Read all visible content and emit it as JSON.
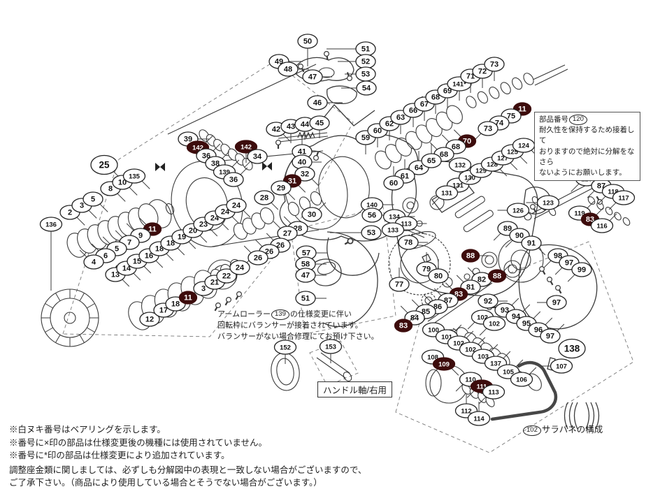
{
  "colors": {
    "bearing_fill": "#3d0c0c",
    "line": "#333333",
    "accent_text": "#1c1c1c"
  },
  "note_box": {
    "label": "部品番号",
    "part": "120",
    "line2": "耐久性を保持するため接着して",
    "line3": "おりますので絶対に分解をなさら",
    "line4": "ないようにお願いします。"
  },
  "arm_note": {
    "pre": "アームローラー",
    "part": "139",
    "post": "の仕様変更に伴い",
    "line2": "回転枠にバランサーが接着されています。",
    "line3": "バランサーがない場合修理にてお預け下さい。"
  },
  "handle_axis_label": "ハンドル軸/右用",
  "spring_note": {
    "part": "102",
    "text": "サラバネの構成"
  },
  "footer": {
    "notes": [
      "※白ヌキ番号はベアリングを示します。",
      "※番号に×印の部品は仕様変更後の機種には使用されていません。",
      "※番号に*印の部品は仕様変更により追加されています。"
    ],
    "caution": [
      "調整座金類に関しましては、必ずしも分解図中の表現と一致しない場合がございますので、",
      "ご了承下さい。（商品により使用している場合とそうでない場合がございます。）"
    ]
  },
  "callout_format": [
    "number",
    "x",
    "y",
    "leader_dir",
    "leader_len",
    "style(dark|big|)"
  ],
  "callouts": [
    [
      "50",
      440,
      59,
      "s",
      26,
      ""
    ],
    [
      "51",
      523,
      70,
      "w",
      42,
      ""
    ],
    [
      "52",
      523,
      88,
      "w",
      26,
      ""
    ],
    [
      "53",
      523,
      106,
      "w",
      16,
      ""
    ],
    [
      "54",
      524,
      126,
      "w",
      22,
      ""
    ],
    [
      "49",
      399,
      88,
      "e",
      20,
      ""
    ],
    [
      "48",
      412,
      99,
      "e",
      16,
      ""
    ],
    [
      "47",
      447,
      110,
      "e",
      14,
      ""
    ],
    [
      "46",
      454,
      147,
      "e",
      22,
      ""
    ],
    [
      "42",
      395,
      185,
      "se",
      14,
      ""
    ],
    [
      "43",
      416,
      181,
      "s",
      14,
      ""
    ],
    [
      "44",
      436,
      178,
      "s",
      12,
      ""
    ],
    [
      "45",
      457,
      176,
      "s",
      12,
      ""
    ],
    [
      "41",
      432,
      217,
      "n",
      14,
      ""
    ],
    [
      "40",
      432,
      232,
      "e",
      14,
      ""
    ],
    [
      "39",
      269,
      199,
      "e",
      16,
      ""
    ],
    [
      "142",
      283,
      211,
      "ne",
      14,
      "dark"
    ],
    [
      "36",
      295,
      223,
      "ne",
      14,
      ""
    ],
    [
      "38",
      308,
      234,
      "ne",
      14,
      ""
    ],
    [
      "139",
      321,
      246,
      "ne",
      14,
      ""
    ],
    [
      "36",
      334,
      257,
      "ne",
      14,
      ""
    ],
    [
      "142",
      352,
      210,
      "s",
      14,
      "dark"
    ],
    [
      "34",
      368,
      224,
      "sw",
      12,
      ""
    ],
    [
      "28",
      378,
      283,
      "se",
      14,
      ""
    ],
    [
      "25",
      149,
      236,
      "se",
      18,
      "big"
    ],
    [
      "136",
      73,
      321,
      "s",
      85,
      ""
    ],
    [
      "2",
      100,
      304,
      "se",
      16,
      ""
    ],
    [
      "3",
      117,
      294,
      "se",
      16,
      ""
    ],
    [
      "5",
      133,
      285,
      "se",
      16,
      ""
    ],
    [
      "8",
      158,
      270,
      "se",
      16,
      ""
    ],
    [
      "10",
      175,
      261,
      "se",
      16,
      ""
    ],
    [
      "135",
      192,
      252,
      "se",
      16,
      ""
    ],
    [
      "11",
      218,
      328,
      "nw",
      14,
      "dark"
    ],
    [
      "9",
      201,
      337,
      "nw",
      14,
      ""
    ],
    [
      "7",
      185,
      347,
      "nw",
      14,
      ""
    ],
    [
      "5",
      167,
      356,
      "nw",
      14,
      ""
    ],
    [
      "6",
      151,
      366,
      "nw",
      14,
      ""
    ],
    [
      "4",
      134,
      375,
      "nw",
      14,
      ""
    ],
    [
      "13",
      165,
      393,
      "se",
      14,
      ""
    ],
    [
      "14",
      181,
      384,
      "se",
      14,
      ""
    ],
    [
      "15",
      196,
      374,
      "se",
      14,
      ""
    ],
    [
      "16",
      213,
      366,
      "se",
      14,
      ""
    ],
    [
      "18",
      228,
      356,
      "se",
      14,
      ""
    ],
    [
      "18",
      244,
      348,
      "se",
      14,
      ""
    ],
    [
      "19",
      260,
      339,
      "se",
      14,
      ""
    ],
    [
      "20",
      276,
      330,
      "se",
      14,
      ""
    ],
    [
      "23",
      291,
      321,
      "se",
      14,
      ""
    ],
    [
      "24",
      307,
      312,
      "se",
      14,
      ""
    ],
    [
      "24",
      322,
      303,
      "se",
      14,
      ""
    ],
    [
      "24",
      338,
      294,
      "se",
      14,
      ""
    ],
    [
      "12",
      214,
      457,
      "ne",
      14,
      ""
    ],
    [
      "17",
      234,
      444,
      "ne",
      14,
      ""
    ],
    [
      "18",
      251,
      435,
      "ne",
      14,
      ""
    ],
    [
      "11",
      269,
      426,
      "ne",
      14,
      "dark"
    ],
    [
      "3",
      291,
      413,
      "ne",
      14,
      ""
    ],
    [
      "21",
      307,
      404,
      "ne",
      14,
      ""
    ],
    [
      "22",
      324,
      395,
      "ne",
      14,
      ""
    ],
    [
      "24",
      343,
      383,
      "ne",
      14,
      ""
    ],
    [
      "32",
      436,
      249,
      "se",
      14,
      ""
    ],
    [
      "31",
      418,
      259,
      "se",
      14,
      "dark"
    ],
    [
      "29",
      402,
      269,
      "se",
      14,
      ""
    ],
    [
      "30",
      446,
      307,
      "ne",
      14,
      ""
    ],
    [
      "28",
      426,
      327,
      "nw",
      14,
      ""
    ],
    [
      "27",
      411,
      334,
      "nw",
      14,
      ""
    ],
    [
      "26",
      401,
      351,
      "nw",
      14,
      ""
    ],
    [
      "26",
      385,
      360,
      "nw",
      14,
      ""
    ],
    [
      "26",
      369,
      369,
      "nw",
      14,
      ""
    ],
    [
      "57",
      438,
      362,
      "e",
      16,
      ""
    ],
    [
      "58",
      437,
      378,
      "e",
      16,
      ""
    ],
    [
      "47",
      437,
      394,
      "e",
      16,
      ""
    ],
    [
      "51",
      437,
      427,
      "e",
      16,
      ""
    ],
    [
      "53",
      531,
      333,
      "w",
      45,
      ""
    ],
    [
      "59",
      523,
      197,
      "s",
      14,
      ""
    ],
    [
      "60",
      540,
      187,
      "s",
      14,
      ""
    ],
    [
      "62",
      557,
      177,
      "s",
      14,
      ""
    ],
    [
      "63",
      573,
      168,
      "s",
      14,
      ""
    ],
    [
      "66",
      591,
      158,
      "s",
      14,
      ""
    ],
    [
      "67",
      607,
      149,
      "s",
      14,
      ""
    ],
    [
      "68",
      623,
      139,
      "s",
      14,
      ""
    ],
    [
      "69",
      640,
      130,
      "s",
      14,
      ""
    ],
    [
      "141*",
      657,
      120,
      "s",
      14,
      ""
    ],
    [
      "71",
      673,
      109,
      "s",
      14,
      ""
    ],
    [
      "72",
      690,
      102,
      "s",
      14,
      ""
    ],
    [
      "73",
      707,
      92,
      "s",
      14,
      ""
    ],
    [
      "11",
      747,
      156,
      "sw",
      14,
      "dark"
    ],
    [
      "75",
      731,
      166,
      "sw",
      14,
      ""
    ],
    [
      "74",
      714,
      176,
      "sw",
      14,
      ""
    ],
    [
      "73",
      698,
      184,
      "sw",
      14,
      ""
    ],
    [
      "70",
      668,
      202,
      "nw",
      14,
      "dark"
    ],
    [
      "68",
      652,
      210,
      "nw",
      14,
      ""
    ],
    [
      "68",
      635,
      221,
      "nw",
      14,
      ""
    ],
    [
      "64",
      599,
      240,
      "n",
      14,
      ""
    ],
    [
      "65",
      617,
      230,
      "n",
      14,
      ""
    ],
    [
      "61",
      579,
      252,
      "n",
      14,
      ""
    ],
    [
      "60",
      563,
      262,
      "n",
      14,
      ""
    ],
    [
      "132",
      658,
      236,
      "s",
      16,
      ""
    ],
    [
      "131",
      655,
      265,
      "sw",
      14,
      ""
    ],
    [
      "131",
      639,
      276,
      "sw",
      14,
      ""
    ],
    [
      "130",
      672,
      254,
      "sw",
      14,
      ""
    ],
    [
      "129",
      688,
      244,
      "sw",
      14,
      ""
    ],
    [
      "128",
      704,
      235,
      "se",
      14,
      ""
    ],
    [
      "127",
      719,
      226,
      "se",
      14,
      ""
    ],
    [
      "125",
      733,
      217,
      "se",
      14,
      ""
    ],
    [
      "124",
      749,
      208,
      "se",
      14,
      ""
    ],
    [
      "126",
      741,
      301,
      "w",
      14,
      ""
    ],
    [
      "140",
      532,
      293,
      "e",
      16,
      ""
    ],
    [
      "56",
      532,
      308,
      "e",
      16,
      ""
    ],
    [
      "134",
      564,
      310,
      "e",
      14,
      ""
    ],
    [
      "113",
      581,
      320,
      "e",
      14,
      ""
    ],
    [
      "133",
      562,
      329,
      "e",
      14,
      ""
    ],
    [
      "78",
      584,
      347,
      "e",
      14,
      ""
    ],
    [
      "77",
      571,
      407,
      "n",
      14,
      ""
    ],
    [
      "79",
      610,
      385,
      "n",
      14,
      ""
    ],
    [
      "80",
      627,
      395,
      "n",
      14,
      ""
    ],
    [
      "82",
      689,
      400,
      "nw",
      14,
      ""
    ],
    [
      "81",
      673,
      411,
      "nw",
      14,
      ""
    ],
    [
      "88",
      673,
      366,
      "e",
      14,
      "dark"
    ],
    [
      "89",
      726,
      327,
      "sw",
      14,
      ""
    ],
    [
      "90",
      743,
      337,
      "sw",
      14,
      ""
    ],
    [
      "88",
      711,
      395,
      "ne",
      14,
      "dark"
    ],
    [
      "83",
      656,
      421,
      "nw",
      14,
      "dark"
    ],
    [
      "87",
      641,
      430,
      "nw",
      14,
      ""
    ],
    [
      "86",
      626,
      439,
      "nw",
      14,
      ""
    ],
    [
      "85",
      609,
      446,
      "nw",
      14,
      ""
    ],
    [
      "84",
      593,
      455,
      "nw",
      14,
      ""
    ],
    [
      "83",
      577,
      466,
      "ne",
      14,
      "dark"
    ],
    [
      "120",
      839,
      256,
      "sw",
      16,
      ""
    ],
    [
      "123",
      784,
      290,
      "w",
      16,
      ""
    ],
    [
      "87",
      860,
      266,
      "sw",
      14,
      ""
    ],
    [
      "118",
      877,
      274,
      "sw",
      14,
      ""
    ],
    [
      "117",
      892,
      283,
      "sw",
      14,
      ""
    ],
    [
      "119",
      829,
      305,
      "ne",
      14,
      ""
    ],
    [
      "83",
      844,
      314,
      "ne",
      14,
      "dark"
    ],
    [
      "116",
      861,
      323,
      "ne",
      14,
      ""
    ],
    [
      "91",
      760,
      348,
      "se",
      14,
      ""
    ],
    [
      "98",
      798,
      366,
      "sw",
      14,
      ""
    ],
    [
      "97",
      814,
      376,
      "sw",
      14,
      ""
    ],
    [
      "99",
      832,
      386,
      "sw",
      14,
      ""
    ],
    [
      "92",
      698,
      431,
      "e",
      14,
      ""
    ],
    [
      "93",
      722,
      444,
      "ne",
      14,
      ""
    ],
    [
      "94",
      738,
      453,
      "ne",
      14,
      ""
    ],
    [
      "95",
      753,
      463,
      "ne",
      14,
      ""
    ],
    [
      "96",
      770,
      472,
      "ne",
      14,
      ""
    ],
    [
      "97",
      787,
      481,
      "ne",
      14,
      ""
    ],
    [
      "97",
      796,
      433,
      "w",
      14,
      ""
    ],
    [
      "138",
      818,
      499,
      "",
      0,
      "big"
    ],
    [
      "107",
      803,
      524,
      "w",
      14,
      ""
    ],
    [
      "100",
      620,
      472,
      "e",
      14,
      ""
    ],
    [
      "101",
      639,
      482,
      "ne",
      14,
      ""
    ],
    [
      "102",
      690,
      454,
      "sw",
      14,
      ""
    ],
    [
      "102",
      707,
      463,
      "sw",
      14,
      ""
    ],
    [
      "102",
      656,
      491,
      "ne",
      14,
      ""
    ],
    [
      "102",
      673,
      500,
      "ne",
      14,
      ""
    ],
    [
      "103",
      691,
      510,
      "ne",
      14,
      ""
    ],
    [
      "137",
      709,
      520,
      "ne",
      14,
      ""
    ],
    [
      "105",
      727,
      532,
      "ne",
      14,
      ""
    ],
    [
      "106",
      746,
      543,
      "ne",
      14,
      ""
    ],
    [
      "108",
      619,
      511,
      "se",
      14,
      ""
    ],
    [
      "109",
      635,
      521,
      "se",
      14,
      "dark"
    ],
    [
      "110",
      673,
      543,
      "sw",
      14,
      ""
    ],
    [
      "111",
      689,
      553,
      "sw",
      14,
      "dark"
    ],
    [
      "113",
      706,
      561,
      "sw",
      14,
      ""
    ],
    [
      "112",
      667,
      588,
      "n",
      14,
      ""
    ],
    [
      "114",
      685,
      599,
      "n",
      14,
      ""
    ],
    [
      "152",
      408,
      497,
      "s",
      14,
      ""
    ],
    [
      "153",
      473,
      496,
      "s",
      14,
      ""
    ]
  ],
  "x_marks": [
    [
      229,
      239
    ],
    [
      382,
      238
    ]
  ]
}
